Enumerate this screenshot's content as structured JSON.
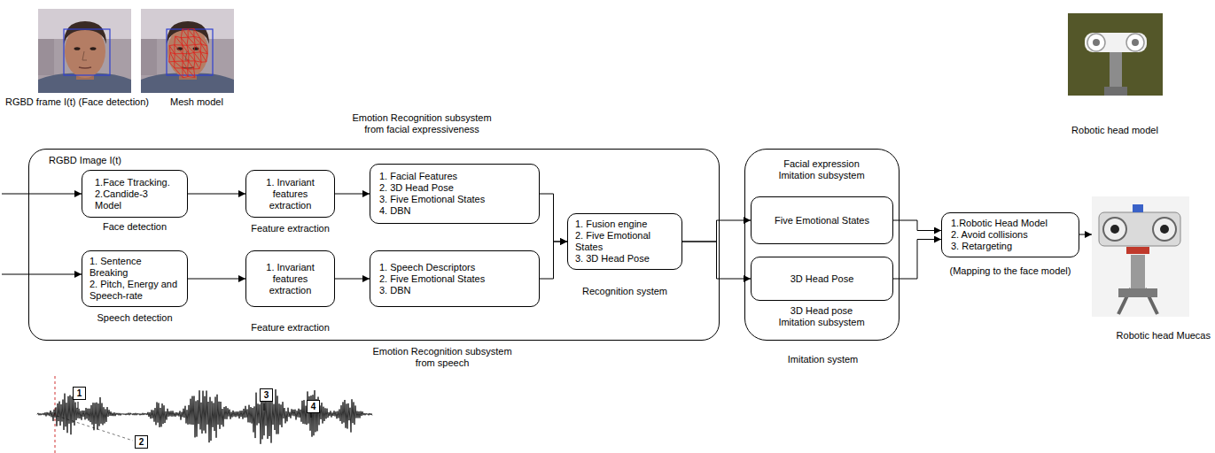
{
  "diagram": {
    "nodes": [
      {
        "text": [
          "RGBD Image I(t)",
          "Emotion Recognition subsystem from facial expressiveness",
          "Emotion Recognition subsystem from speech"
        ]
      },
      {
        "text": [
          "1.Face Ttracking.",
          "2.Candide-3 Model",
          "Face detection"
        ],
        "in": 0
      },
      {
        "text": [
          "1. Invariant features extraction",
          "Feature extraction"
        ],
        "in": 0
      },
      {
        "text": [
          "1. Facial Features",
          "2. 3D Head Pose",
          "3. Five Emotional States",
          "4. DBN"
        ],
        "in": 0
      },
      {
        "text": [
          "1. Sentence Breaking",
          "2. Pitch, Energy and Speech-rate",
          "Speech detection"
        ],
        "in": 0
      },
      {
        "text": [
          "1. Invariant features extraction",
          "Feature extraction"
        ],
        "in": 0
      },
      {
        "text": [
          "1. Speech Descriptors",
          "2. Five Emotional States",
          "3. DBN"
        ],
        "in": 0
      },
      {
        "text": [
          "1. Fusion engine",
          "2. Five Emotional States",
          "3. 3D Head Pose",
          "Recognition system"
        ],
        "in": 0
      },
      {
        "text": [
          "Facial expression Imitation subsystem",
          "3D Head pose Imitation subsystem",
          "Imitation system"
        ]
      },
      {
        "text": [
          "Five Emotional States"
        ],
        "in": 8
      },
      {
        "text": [
          "3D Head Pose"
        ],
        "in": 8
      },
      {
        "text": [
          "1.Robotic Head Model",
          "2. Avoid collisions",
          "3. Retargeting",
          "(Mapping to the face model)"
        ]
      }
    ],
    "edges": [
      {
        "from": 1,
        "to": 2,
        "arrow": "to"
      },
      {
        "from": 2,
        "to": 3,
        "arrow": "to"
      },
      {
        "from": 4,
        "to": 5,
        "arrow": "to"
      },
      {
        "from": 5,
        "to": 6,
        "arrow": "to"
      },
      {
        "from": 3,
        "to": 7,
        "arrow": "to"
      },
      {
        "from": 6,
        "to": 7,
        "arrow": "to"
      },
      {
        "from": 7,
        "to": 9,
        "arrow": "to"
      },
      {
        "from": 7,
        "to": 10,
        "arrow": "to"
      },
      {
        "from": 9,
        "to": 11,
        "arrow": "to"
      },
      {
        "from": 10,
        "to": 11,
        "arrow": "to"
      }
    ],
    "labels": [
      "RGBD frame I(t) (Face detection)",
      "Mesh model",
      "Robotic head model",
      "Robotic head Muecas",
      "1",
      "2",
      "3",
      "4"
    ]
  }
}
